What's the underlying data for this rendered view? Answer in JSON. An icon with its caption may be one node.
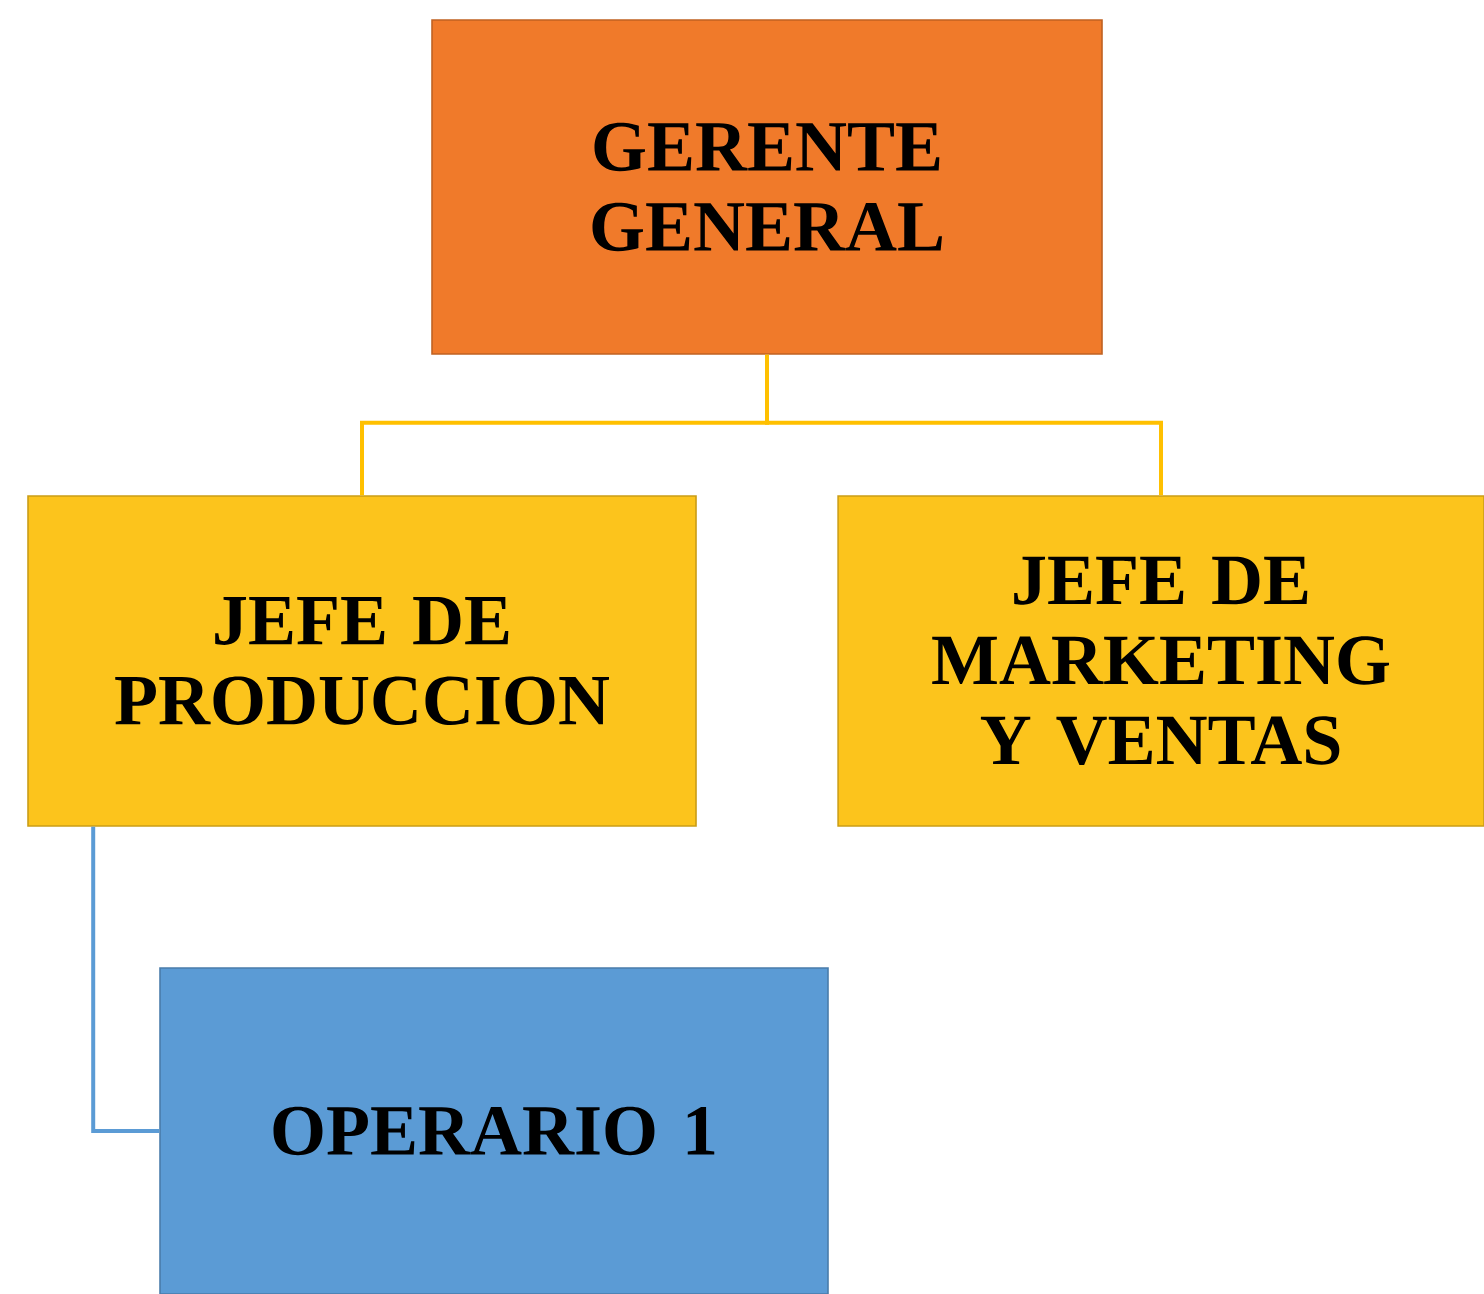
{
  "diagram": {
    "nodes": [
      {
        "text": [
          "GERENTE GENERAL"
        ]
      },
      {
        "text": [
          "JEFE DE PRODUCCION"
        ]
      },
      {
        "text": [
          "JEFE DE MARKETING Y VENTAS"
        ]
      },
      {
        "text": [
          "OPERARIO 1"
        ]
      }
    ],
    "edges": [
      {
        "from": 0,
        "to": 1,
        "arrow": "none"
      },
      {
        "from": 0,
        "to": 2,
        "arrow": "none"
      },
      {
        "from": 1,
        "to": 3,
        "arrow": "none",
        "color": "#5b9bd5"
      }
    ]
  }
}
